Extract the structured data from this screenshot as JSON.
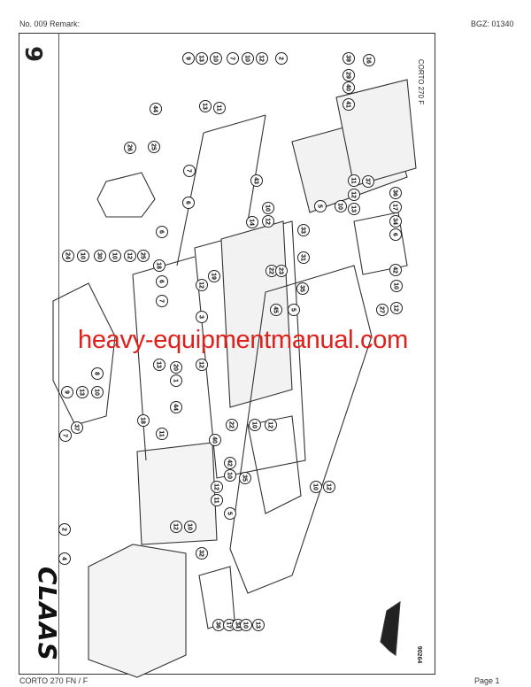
{
  "header": {
    "left": "No. 009   Remark:",
    "right": "BGZ: 01340"
  },
  "footer": {
    "left": "CORTO 270 FN / F",
    "right": "Page 1"
  },
  "sheet": {
    "section_number": "9",
    "model_label": "CORTO 270 F",
    "drawing_number": "90264",
    "brand_logo": "CLAAS"
  },
  "watermark": "heavy-equipmentmanual.com",
  "colors": {
    "watermark": "#e0201a",
    "line": "#333333"
  },
  "callouts": [
    "9",
    "13",
    "10",
    "7",
    "10",
    "12",
    "2",
    "39",
    "29",
    "40",
    "41",
    "16",
    "44",
    "13",
    "11",
    "25",
    "26",
    "7",
    "43",
    "11",
    "12",
    "37",
    "36",
    "17",
    "34",
    "6",
    "10",
    "12",
    "5",
    "6",
    "14",
    "33",
    "10",
    "13",
    "6",
    "31",
    "42",
    "24",
    "10",
    "30",
    "10",
    "12",
    "25",
    "18",
    "6",
    "19",
    "12",
    "22",
    "23",
    "35",
    "10",
    "12",
    "27",
    "45",
    "5",
    "13",
    "7",
    "3",
    "12",
    "8",
    "9",
    "13",
    "10",
    "7",
    "37",
    "11",
    "18",
    "44",
    "1",
    "20",
    "40",
    "22",
    "10",
    "12",
    "10",
    "12",
    "42",
    "10",
    "12",
    "11",
    "35",
    "5",
    "2",
    "32",
    "12",
    "10",
    "4",
    "36",
    "17",
    "34",
    "10",
    "13"
  ]
}
